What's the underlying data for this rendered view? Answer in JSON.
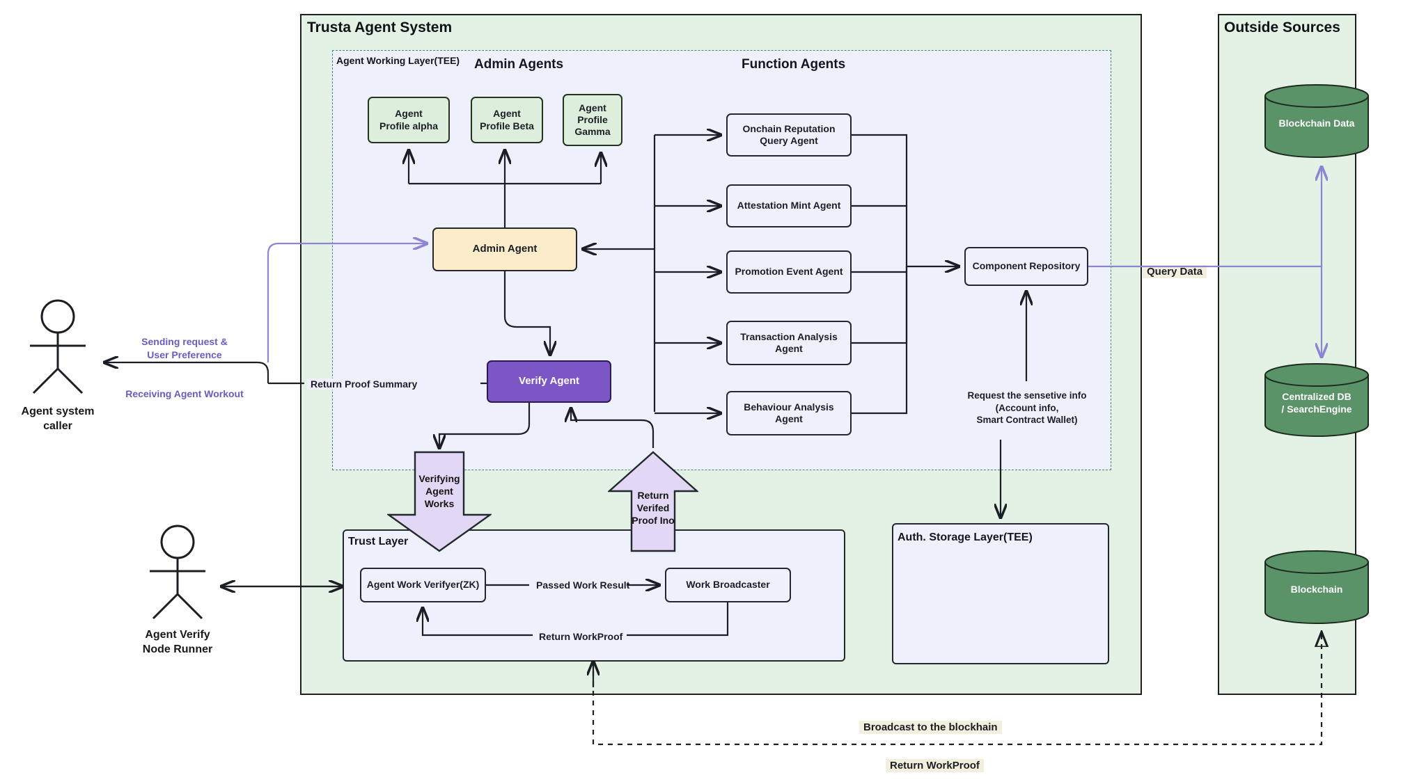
{
  "system": {
    "title": "Trusta Agent System",
    "working_layer_title": "Agent Working Layer(TEE)",
    "admin_agents_title": "Admin Agents",
    "function_agents_title": "Function Agents",
    "admin_agent": "Admin Agent",
    "verify_agent": "Verify Agent",
    "profiles": [
      "Agent\nProfile alpha",
      "Agent\nProfile Beta",
      "Agent\nProfile\nGamma"
    ],
    "function_agents": [
      "Onchain Reputation\nQuery Agent",
      "Attestation Mint Agent",
      "Promotion Event Agent",
      "Transaction Analysis\nAgent",
      "Behaviour Analysis\nAgent"
    ],
    "component_repository": "Component Repository",
    "request_note": "Request the sensetive info\n(Account info,\nSmart Contract Wallet)",
    "trust_layer": {
      "title": "Trust Layer",
      "verifier": "Agent Work Verifyer(ZK)",
      "broadcaster": "Work Broadcaster",
      "passed_label": "Passed Work Result",
      "return_label": "Return WorkProof"
    },
    "auth_storage_title": "Auth. Storage Layer(TEE)",
    "block_arrows": {
      "down": "Verifying\nAgent\nWorks",
      "up": "Return\nVerifed\nProof Ino"
    }
  },
  "outside": {
    "title": "Outside Sources",
    "databases": [
      "Blockchain Data",
      "Centralized DB\n/ SearchEngine",
      "Blockchain"
    ]
  },
  "actors": [
    {
      "name": "Agent system\ncaller"
    },
    {
      "name": "Agent Verify\nNode Runner"
    }
  ],
  "edge_labels": {
    "sending_request": "Sending request &\nUser Preference",
    "receiving_workout": "Receiving Agent Workout",
    "return_proof_summary": "Return Proof Summary",
    "query_data": "Query Data",
    "broadcast": "Broadcast to the blockhain",
    "return_workproof": "Return WorkProof"
  },
  "colors": {
    "system_bg": "#e3f2e4",
    "tee_bg": "#eef1fb",
    "profile_green": "#ddeedd",
    "admin_cream": "#fcecc9",
    "verify_purple": "#7c56c4",
    "block_arrow_purple": "#e2d7f5",
    "db_green": "#5a9367",
    "accent_violet": "#8b85d4",
    "highlight_tan": "#f2efdf"
  }
}
